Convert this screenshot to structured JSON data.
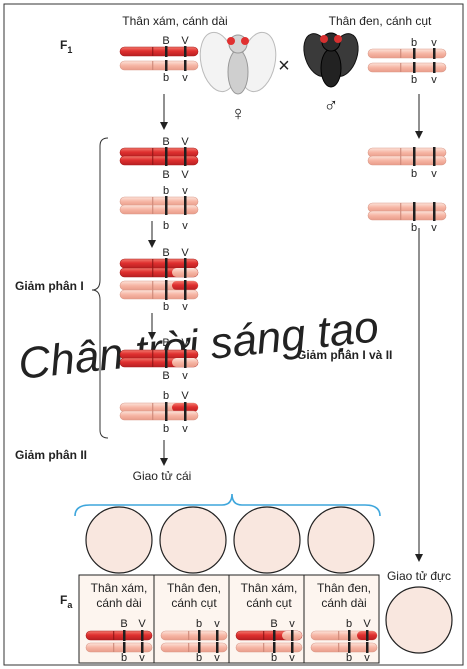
{
  "f1": {
    "main": "F",
    "sub": "1"
  },
  "fa": {
    "main": "F",
    "sub": "a"
  },
  "female_parent": {
    "phenotype": "Thân xám, cánh dài",
    "sex_symbol": "♀"
  },
  "male_parent": {
    "phenotype": "Thân đen, cánh cụt",
    "sex_symbol": "♂"
  },
  "cross_symbol": "×",
  "alleles": {
    "B": "B",
    "b": "b",
    "V": "V",
    "v": "v"
  },
  "stages": {
    "meiosis_1": "Giảm phân I",
    "meiosis_2": "Giảm phân II",
    "meiosis_1_and_2": "Giảm phân I và II"
  },
  "female_gametes_label": "Giao tử cái",
  "male_gametes_label": "Giao tử đực",
  "fa_phenotypes": [
    {
      "line1": "Thân xám,",
      "line2": "cánh dài"
    },
    {
      "line1": "Thân đen,",
      "line2": "cánh cụt"
    },
    {
      "line1": "Thân xám,",
      "line2": "cánh cụt"
    },
    {
      "line1": "Thân đen,",
      "line2": "cánh dài"
    }
  ],
  "watermark": "Chân trời sáng tạo",
  "colors": {
    "dark_chromosome": "#e23a3a",
    "light_chromosome": "#f6b8a8",
    "bracket_blue": "#3ea6dc",
    "gamete_fill": "#f9e7df",
    "arrow": "#222222"
  }
}
